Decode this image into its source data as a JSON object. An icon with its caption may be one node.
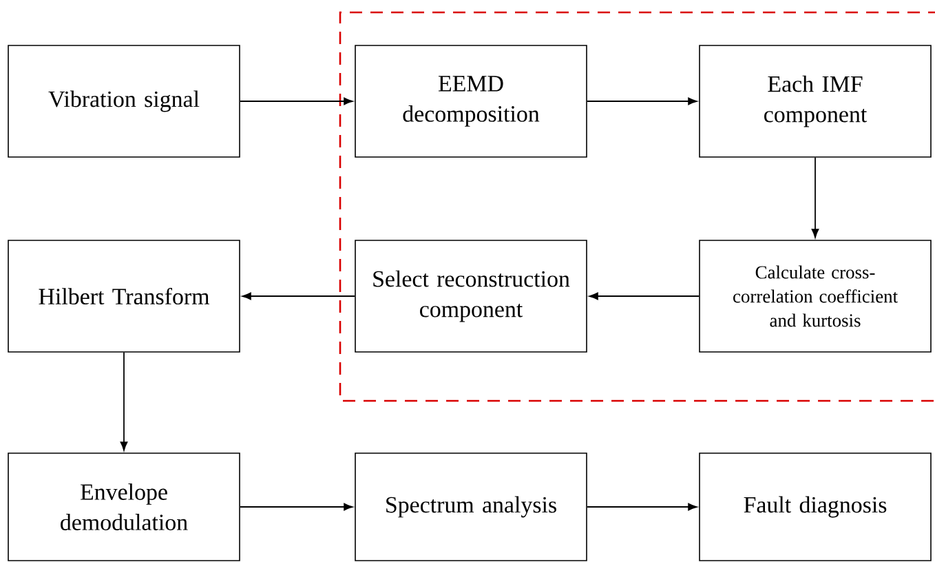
{
  "diagram": {
    "nodes": [
      {
        "text": [
          "Vibration signal"
        ]
      },
      {
        "text": [
          "EEMD decomposition"
        ]
      },
      {
        "text": [
          "Each IMF component"
        ]
      },
      {
        "text": [
          "Hilbert Transform"
        ]
      },
      {
        "text": [
          "Select reconstruction component"
        ]
      },
      {
        "text": [
          "Calculate cross-correlation coefficient and kurtosis"
        ]
      },
      {
        "text": [
          "Envelope demodulation"
        ]
      },
      {
        "text": [
          "Spectrum analysis"
        ]
      },
      {
        "text": [
          "Fault diagnosis"
        ]
      }
    ],
    "edges": [
      {
        "from": 0,
        "to": 1,
        "arrow": "to"
      },
      {
        "from": 1,
        "to": 2,
        "arrow": "to"
      },
      {
        "from": 2,
        "to": 5,
        "arrow": "to"
      },
      {
        "from": 5,
        "to": 4,
        "arrow": "to"
      },
      {
        "from": 4,
        "to": 3,
        "arrow": "to"
      },
      {
        "from": 3,
        "to": 6,
        "arrow": "to"
      },
      {
        "from": 6,
        "to": 7,
        "arrow": "to"
      },
      {
        "from": 7,
        "to": 8,
        "arrow": "to"
      }
    ]
  }
}
